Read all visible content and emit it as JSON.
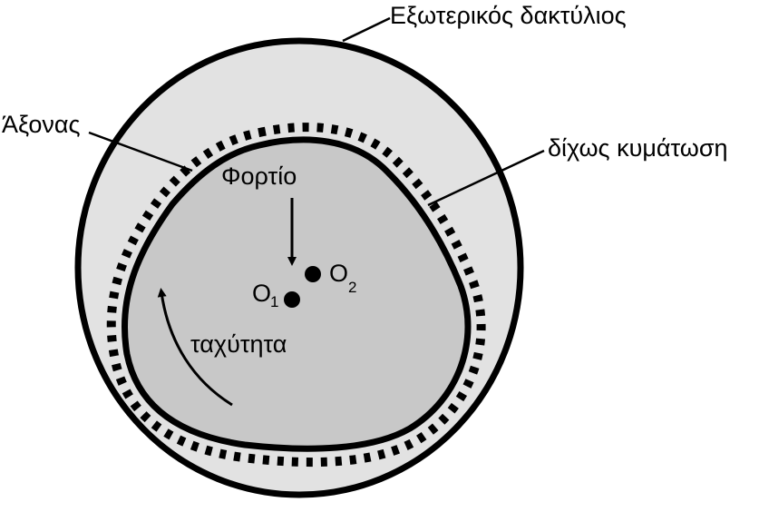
{
  "labels": {
    "outer_ring": "Εξωτερικός δακτύλιος",
    "shaft": "Άξονας",
    "no_waviness": "δίχως κυμάτωση",
    "load": "Φορτίο",
    "speed": "ταχύτητα",
    "center1": "O",
    "center1_sub": "1",
    "center2": "O",
    "center2_sub": "2"
  },
  "colors": {
    "ring_fill": "#e2e2e2",
    "shaft_fill": "#c8c8c8",
    "stroke": "#000000"
  }
}
